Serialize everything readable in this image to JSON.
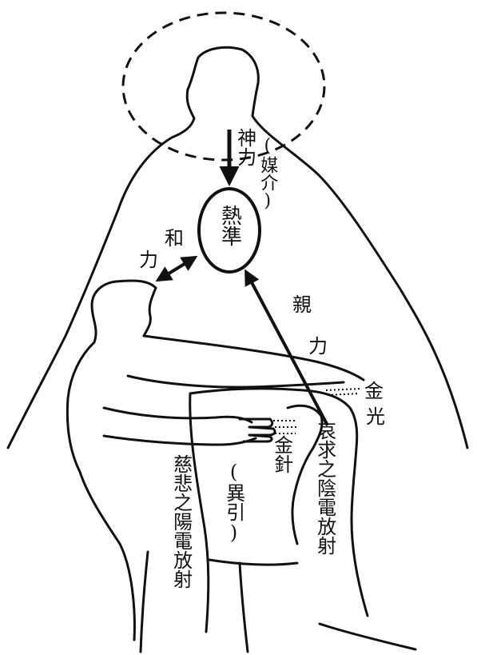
{
  "labels": {
    "divine_power": "神力",
    "medium": "(媒介)",
    "focus": "熱準",
    "harmony_1": "和",
    "harmony_2": "力",
    "affinity_1": "親",
    "affinity_2": "力",
    "golden_light_1": "金",
    "golden_light_2": "光",
    "golden_needle": "金針",
    "attraction": "(異引)",
    "compassion_discharge": "慈悲之陽電放射",
    "plea_discharge": "哀求之陰電放射"
  },
  "colors": {
    "line": "#111111",
    "background": "#ffffff"
  }
}
